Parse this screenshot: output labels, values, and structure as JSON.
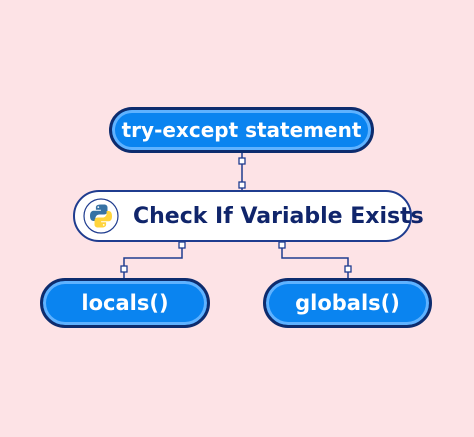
{
  "diagram": {
    "nodes": {
      "top": {
        "label": "try-except statement"
      },
      "center": {
        "label": "Check If Variable Exists",
        "icon": "python-logo-icon"
      },
      "left": {
        "label": "locals()"
      },
      "right": {
        "label": "globals()"
      }
    },
    "connections": [
      {
        "from": "center",
        "to": "top"
      },
      {
        "from": "center",
        "to": "left"
      },
      {
        "from": "center",
        "to": "right"
      }
    ]
  },
  "colors": {
    "background": "#fde3e6",
    "pill_fill": "#0a84f0",
    "pill_border": "#0d2c6e",
    "pill_inner": "#5fb2ff",
    "center_text": "#10256b",
    "connector": "#1f3c8f",
    "python_blue": "#3772a4",
    "python_yellow": "#ffd43b"
  }
}
